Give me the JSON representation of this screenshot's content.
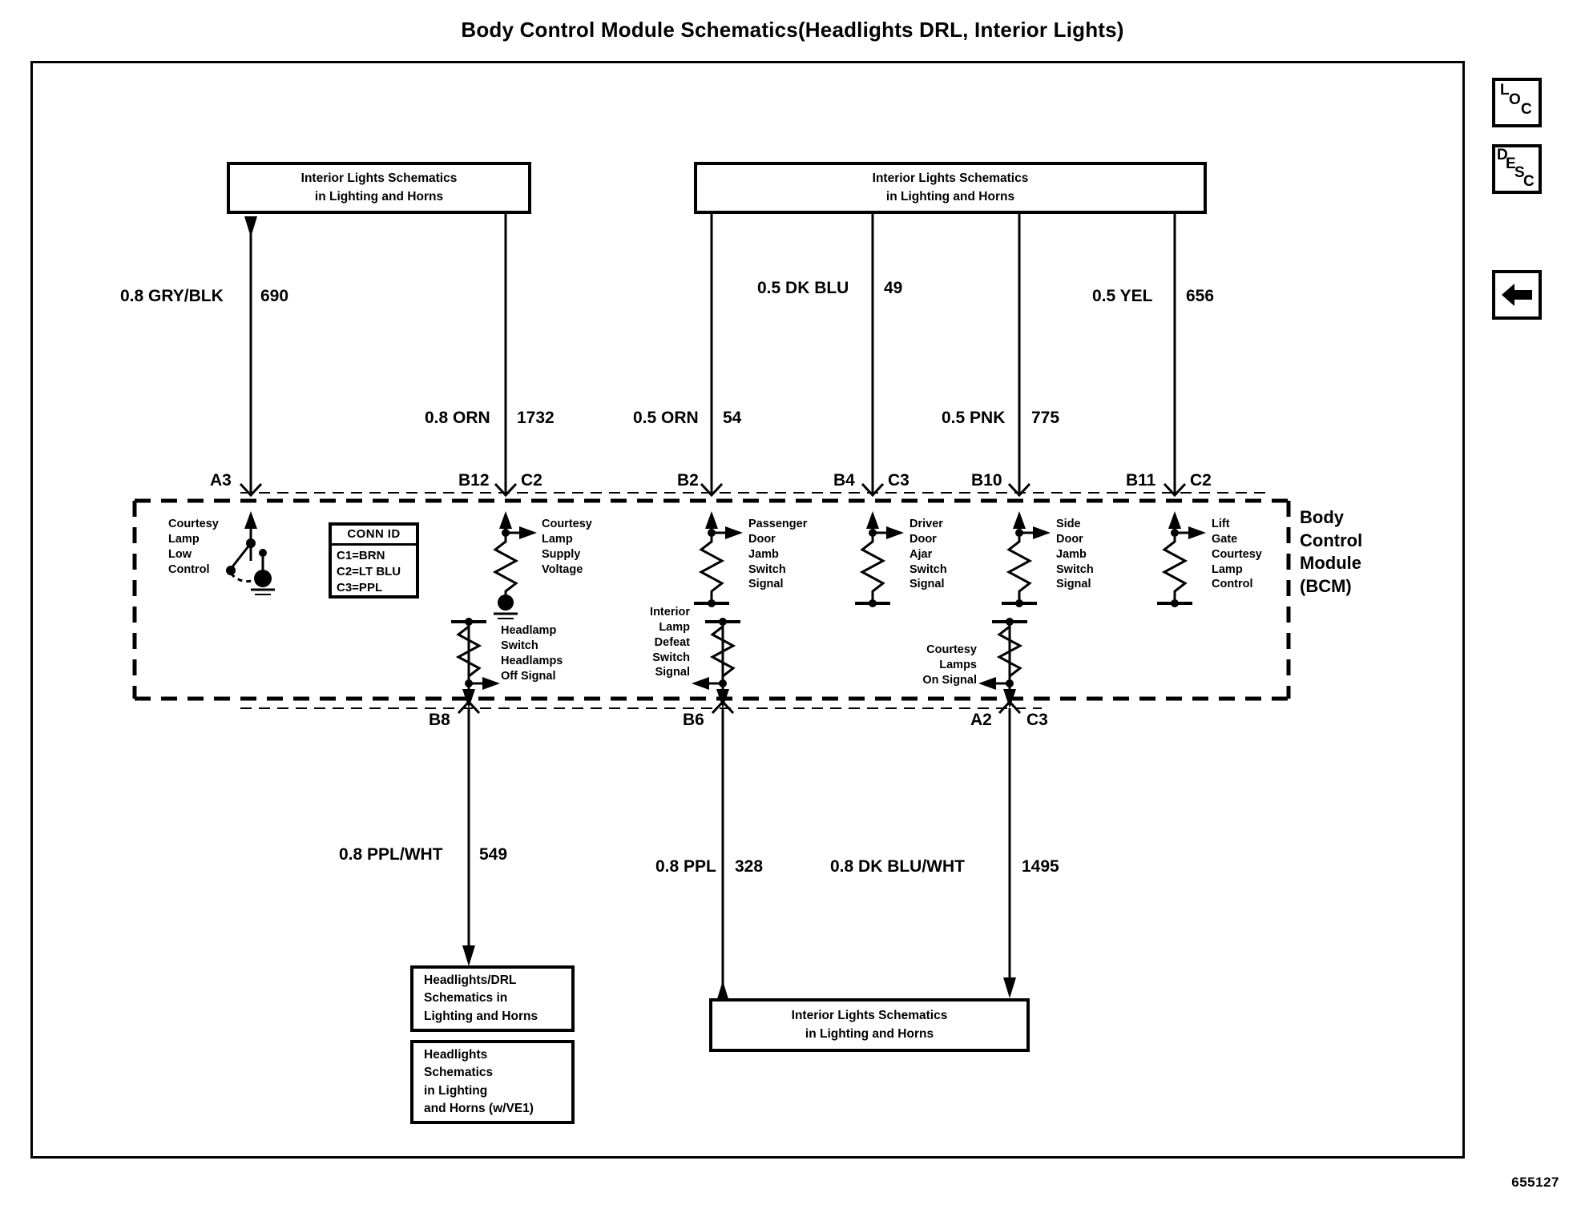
{
  "document": {
    "title": "Body Control Module Schematics(Headlights DRL, Interior Lights)",
    "figure_number": "655127"
  },
  "nav_buttons": [
    {
      "name": "loc-button",
      "label": "LOC",
      "letters": [
        "L",
        "O",
        "C"
      ]
    },
    {
      "name": "desc-button",
      "label": "DESC",
      "letters": [
        "D",
        "E",
        "S",
        "C"
      ]
    },
    {
      "name": "back-button",
      "label": "back-arrow-icon"
    }
  ],
  "reference_boxes": {
    "top_left": {
      "line1": "Interior Lights Schematics",
      "line2": "in Lighting  and Horns"
    },
    "top_right": {
      "line1": "Interior Lights Schematics",
      "line2": "in Lighting  and Horns"
    },
    "bottom_center": {
      "line1": "Interior Lights Schematics",
      "line2": "in  Lighting  and Horns"
    },
    "bottom_left_upper": {
      "line1": "Headlights/DRL",
      "line2": "Schematics in",
      "line3": "Lighting  and Horns"
    },
    "bottom_left_lower": {
      "line1": "Headlights",
      "line2": "Schematics",
      "line3": "in Lighting",
      "line4": "and Horns   (w/VE1)"
    }
  },
  "conn_id": {
    "title": "CONN ID",
    "rows": [
      "C1=BRN",
      "C2=LT BLU",
      "C3=PPL"
    ]
  },
  "module": {
    "line1": "Body",
    "line2": "Control",
    "line3": "Module",
    "line4": "(BCM)"
  },
  "wires": [
    {
      "name": "wire-690",
      "spec": "0.8 GRY/BLK",
      "number": "690"
    },
    {
      "name": "wire-1732",
      "spec": "0.8 ORN",
      "number": "1732"
    },
    {
      "name": "wire-54",
      "spec": "0.5 ORN",
      "number": "54"
    },
    {
      "name": "wire-49",
      "spec": "0.5 DK BLU",
      "number": "49"
    },
    {
      "name": "wire-775",
      "spec": "0.5 PNK",
      "number": "775"
    },
    {
      "name": "wire-656",
      "spec": "0.5 YEL",
      "number": "656"
    },
    {
      "name": "wire-549",
      "spec": "0.8 PPL/WHT",
      "number": "549"
    },
    {
      "name": "wire-328",
      "spec": "0.8 PPL",
      "number": "328"
    },
    {
      "name": "wire-1495",
      "spec": "0.8 DK BLU/WHT",
      "number": "1495"
    }
  ],
  "pins_top": [
    {
      "name": "pin-a3",
      "pin": "A3",
      "conn": ""
    },
    {
      "name": "pin-b12",
      "pin": "B12",
      "conn": "C2"
    },
    {
      "name": "pin-b2",
      "pin": "B2",
      "conn": ""
    },
    {
      "name": "pin-b4",
      "pin": "B4",
      "conn": "C3"
    },
    {
      "name": "pin-b10",
      "pin": "B10",
      "conn": ""
    },
    {
      "name": "pin-b11",
      "pin": "B11",
      "conn": "C2"
    }
  ],
  "pins_bottom": [
    {
      "name": "pin-b8",
      "pin": "B8",
      "conn": ""
    },
    {
      "name": "pin-b6",
      "pin": "B6",
      "conn": ""
    },
    {
      "name": "pin-a2",
      "pin": "A2",
      "conn": "C3"
    }
  ],
  "signals": [
    {
      "name": "signal-courtesy-lamp-low-control",
      "lines": [
        "Courtesy",
        "Lamp",
        "Low",
        "Control"
      ]
    },
    {
      "name": "signal-courtesy-lamp-supply-voltage",
      "lines": [
        "Courtesy",
        "Lamp",
        "Supply",
        "Voltage"
      ]
    },
    {
      "name": "signal-passenger-door-jamb-switch",
      "lines": [
        "Passenger",
        "Door",
        "Jamb",
        "Switch",
        "Signal"
      ]
    },
    {
      "name": "signal-driver-door-ajar-switch",
      "lines": [
        "Driver",
        "Door",
        "Ajar",
        "Switch",
        "Signal"
      ]
    },
    {
      "name": "signal-side-door-jamb-switch",
      "lines": [
        "Side",
        "Door",
        "Jamb",
        "Switch",
        "Signal"
      ]
    },
    {
      "name": "signal-lift-gate-courtesy-lamp",
      "lines": [
        "Lift",
        "Gate",
        "Courtesy",
        "Lamp",
        "Control"
      ]
    },
    {
      "name": "signal-headlamp-switch-off",
      "lines": [
        "Headlamp",
        "Switch",
        "Headlamps",
        "Off Signal"
      ]
    },
    {
      "name": "signal-interior-lamp-defeat-switch",
      "lines": [
        "Interior",
        "Lamp",
        "Defeat",
        "Switch",
        "Signal"
      ]
    },
    {
      "name": "signal-courtesy-lamps-on",
      "lines": [
        "Courtesy",
        "Lamps",
        "On Signal"
      ]
    }
  ],
  "colors": {
    "ink": "#000000",
    "paper": "#ffffff"
  }
}
